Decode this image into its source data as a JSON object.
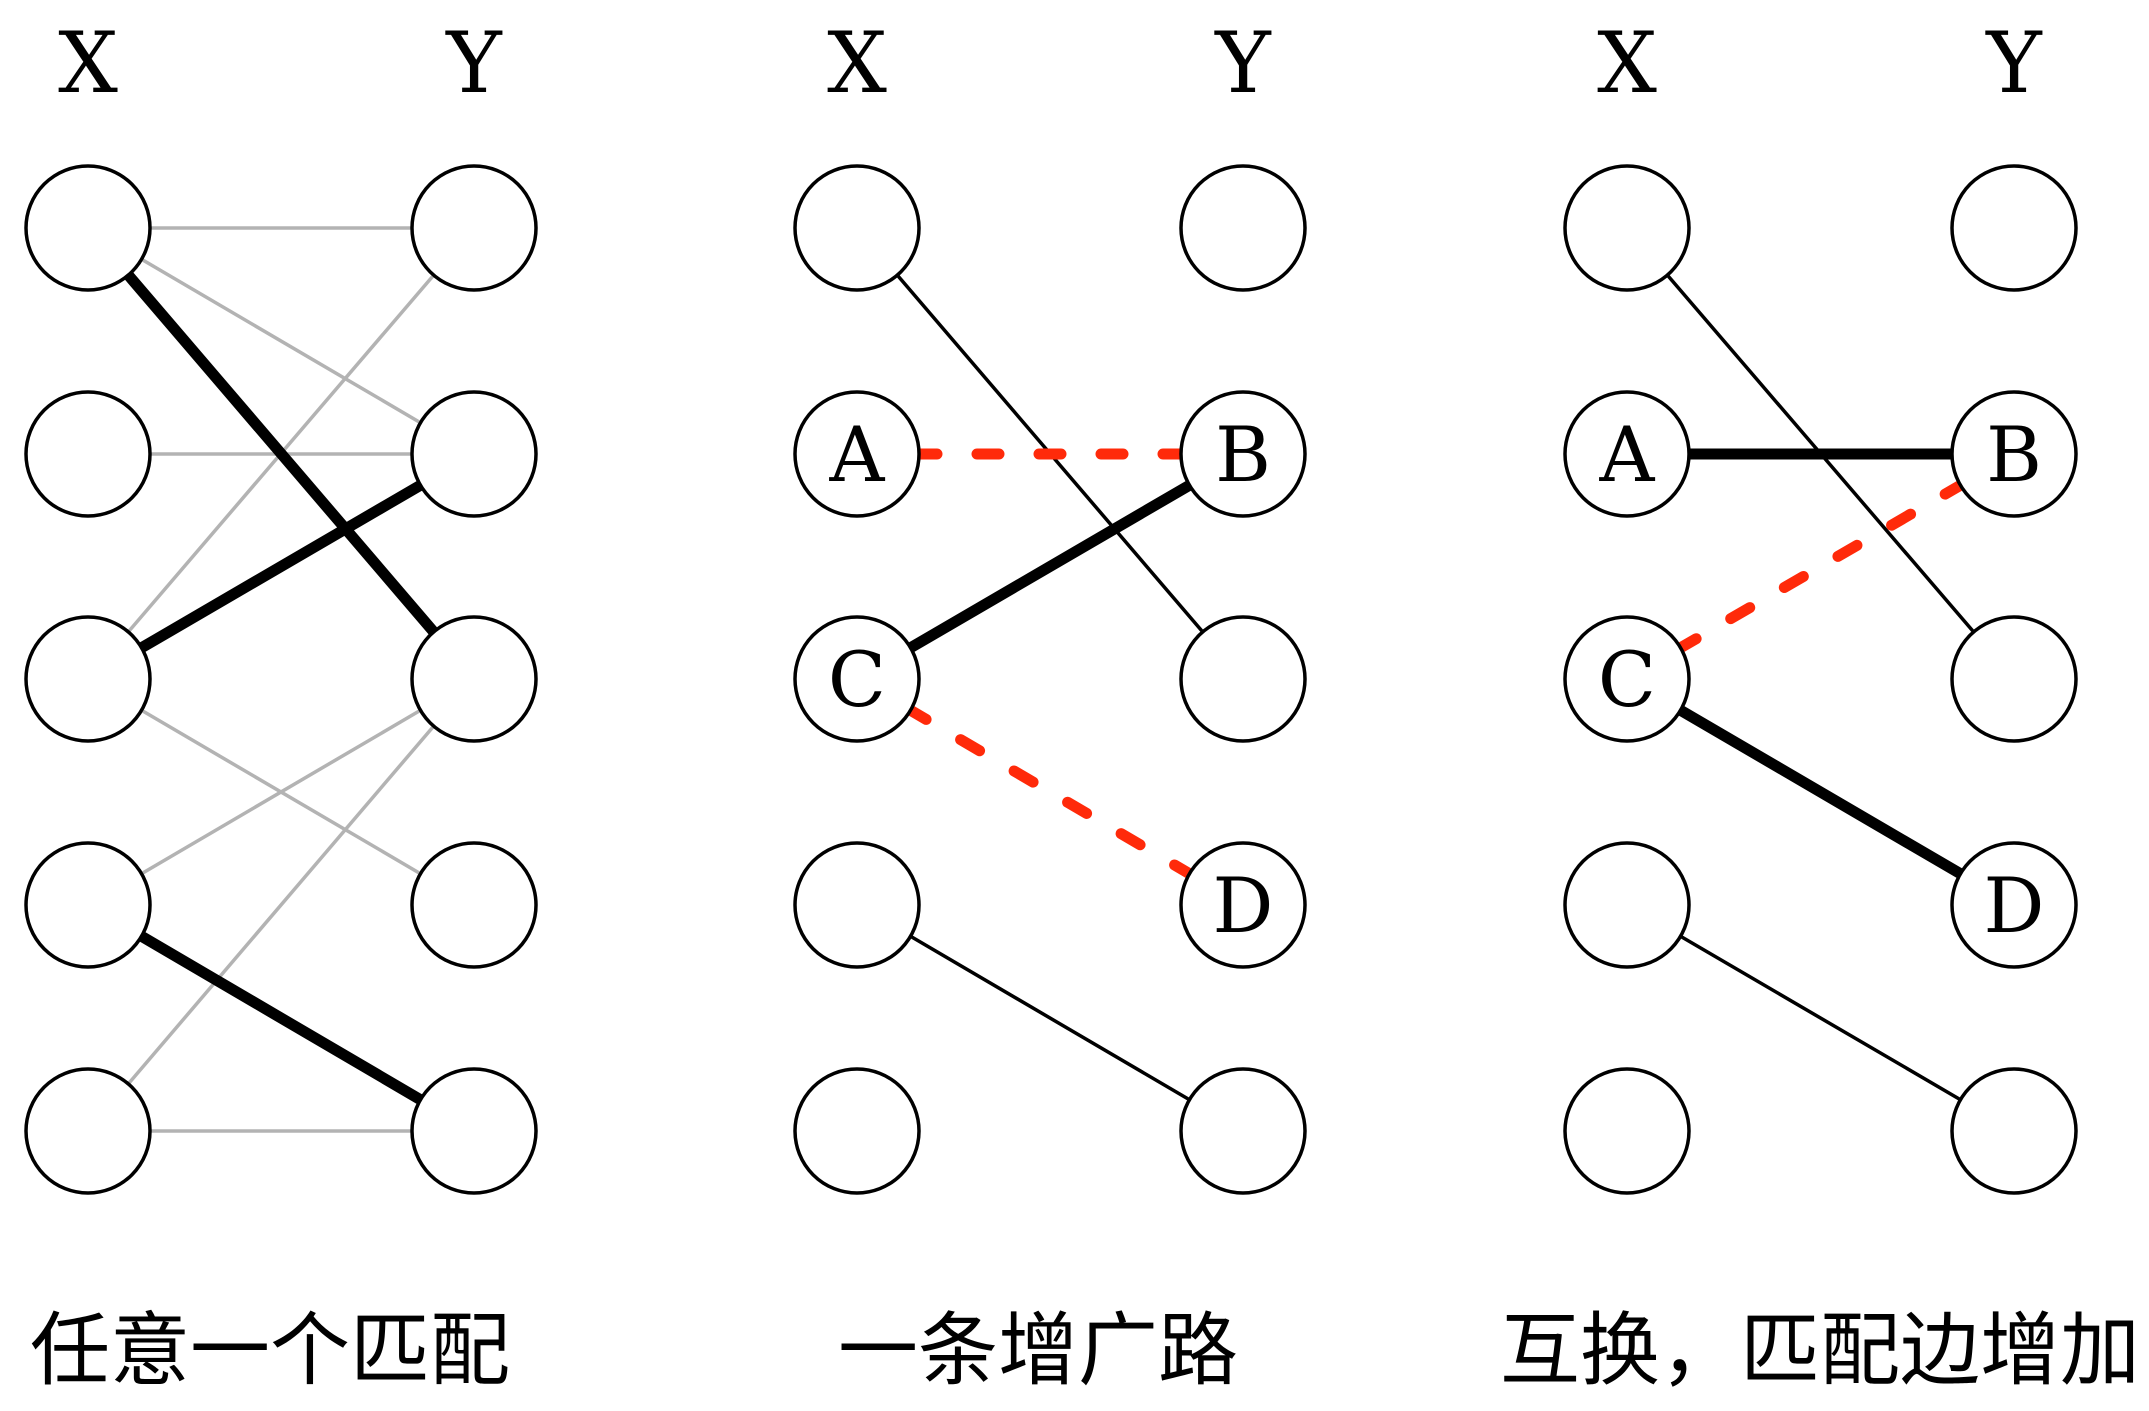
{
  "colors": {
    "gray_edge": "#b3b3b3",
    "thin_edge": "#000000",
    "matched_edge": "#000000",
    "augment_edge": "#ff2a0a",
    "node_stroke": "#000000"
  },
  "panels": [
    {
      "id": "panel-1",
      "x_label": "X",
      "y_label": "Y",
      "caption": "任意一个匹配",
      "node_labels": {
        "x": [
          "",
          "",
          "",
          "",
          ""
        ],
        "y": [
          "",
          "",
          "",
          "",
          ""
        ]
      },
      "edges": [
        {
          "from": 0,
          "to": 0,
          "style": "gray"
        },
        {
          "from": 0,
          "to": 1,
          "style": "gray"
        },
        {
          "from": 1,
          "to": 1,
          "style": "gray"
        },
        {
          "from": 2,
          "to": 0,
          "style": "gray"
        },
        {
          "from": 2,
          "to": 3,
          "style": "gray"
        },
        {
          "from": 3,
          "to": 2,
          "style": "gray"
        },
        {
          "from": 4,
          "to": 2,
          "style": "gray"
        },
        {
          "from": 4,
          "to": 4,
          "style": "gray"
        },
        {
          "from": 0,
          "to": 2,
          "style": "matched"
        },
        {
          "from": 2,
          "to": 1,
          "style": "matched"
        },
        {
          "from": 3,
          "to": 4,
          "style": "matched"
        }
      ]
    },
    {
      "id": "panel-2",
      "x_label": "X",
      "y_label": "Y",
      "caption": "一条增广路",
      "node_labels": {
        "x": [
          "",
          "A",
          "C",
          "",
          ""
        ],
        "y": [
          "",
          "B",
          "",
          "D",
          ""
        ]
      },
      "edges": [
        {
          "from": 0,
          "to": 2,
          "style": "thin"
        },
        {
          "from": 3,
          "to": 4,
          "style": "thin"
        },
        {
          "from": 2,
          "to": 1,
          "style": "matched"
        },
        {
          "from": 1,
          "to": 1,
          "style": "augment"
        },
        {
          "from": 2,
          "to": 3,
          "style": "augment"
        }
      ]
    },
    {
      "id": "panel-3",
      "x_label": "X",
      "y_label": "Y",
      "caption": "互换，匹配边增加",
      "node_labels": {
        "x": [
          "",
          "A",
          "C",
          "",
          ""
        ],
        "y": [
          "",
          "B",
          "",
          "D",
          ""
        ]
      },
      "edges": [
        {
          "from": 0,
          "to": 2,
          "style": "thin"
        },
        {
          "from": 3,
          "to": 4,
          "style": "thin"
        },
        {
          "from": 1,
          "to": 1,
          "style": "matched"
        },
        {
          "from": 2,
          "to": 3,
          "style": "matched"
        },
        {
          "from": 2,
          "to": 1,
          "style": "augment"
        }
      ]
    }
  ]
}
